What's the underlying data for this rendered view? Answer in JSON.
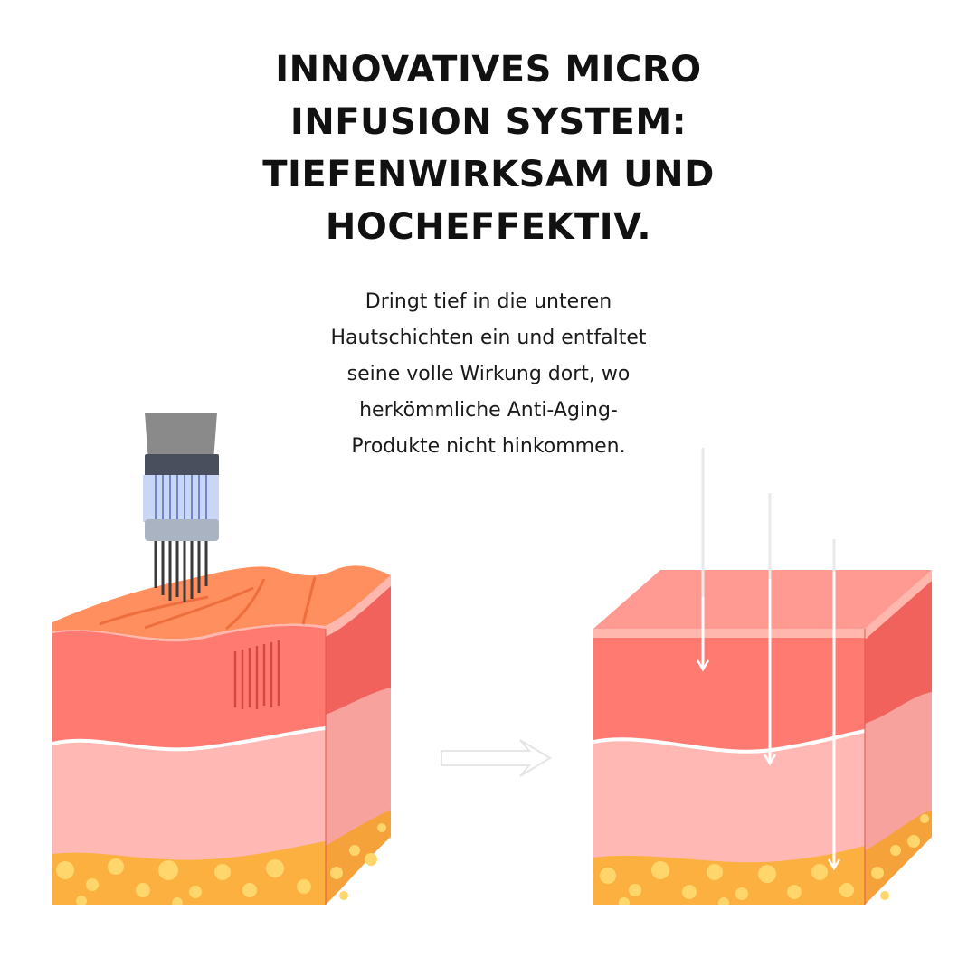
{
  "headline": {
    "lines": [
      "INNOVATIVES MICRO",
      "INFUSION SYSTEM:",
      "TIEFENWIRKSAM UND",
      "HOCHEFFEKTIV."
    ]
  },
  "description": {
    "lines": [
      "Dringt tief in die unteren",
      "Hautschichten ein und entfaltet",
      "seine volle Wirkung dort, wo",
      "herkömmliche Anti-Aging-",
      "Produkte nicht hinkommen."
    ]
  },
  "colors": {
    "epidermis_top": "#ff8f5e",
    "epidermis_top_flat": "#ff9a92",
    "dermis": "#ff7b72",
    "dermis_side": "#f2625c",
    "lower_dermis": "#ffb8b3",
    "lower_dermis_side": "#f7a29d",
    "fat": "#fbb040",
    "fat_dots": "#ffd66b",
    "device_cap": "#8a8a8a",
    "device_body": "#c9d6f5",
    "needles": "#3a3a3a"
  }
}
